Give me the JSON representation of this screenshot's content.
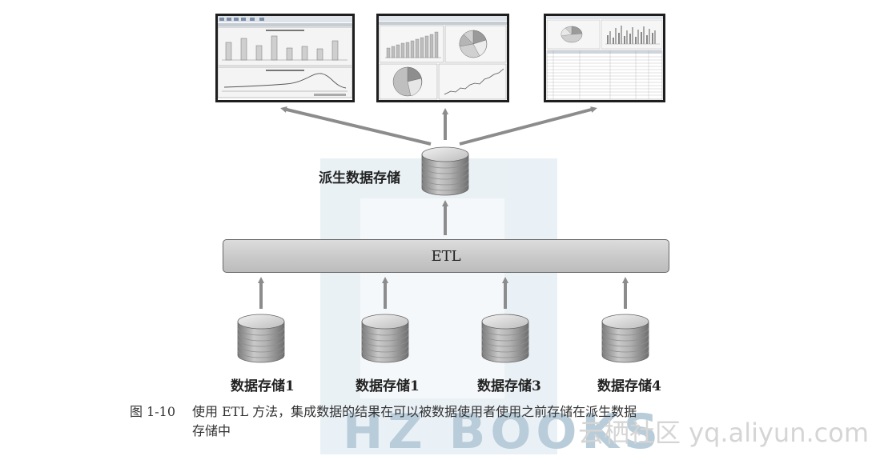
{
  "diagram": {
    "source_stores": [
      {
        "label": "数据存储1"
      },
      {
        "label": "数据存储1"
      },
      {
        "label": "数据存储3"
      },
      {
        "label": "数据存储4"
      }
    ],
    "etl_label": "ETL",
    "derived_store_label": "派生数据存储",
    "caption_number": "图 1-10",
    "caption_line1": "使用 ETL 方法，集成数据的结果在可以被数据使用者使用之前存储在派生数据",
    "caption_line2": "存储中"
  },
  "watermark": {
    "publisher": "HZ BOOKS",
    "site": "云栖社区 yq.aliyun.com"
  },
  "colors": {
    "arrow": "#8c8c8c",
    "etl_fill": "#cfcfcf",
    "cylinder": "#a9a9a9"
  },
  "icons": [
    "database-cylinder-icon",
    "report-screenshot-icon"
  ]
}
